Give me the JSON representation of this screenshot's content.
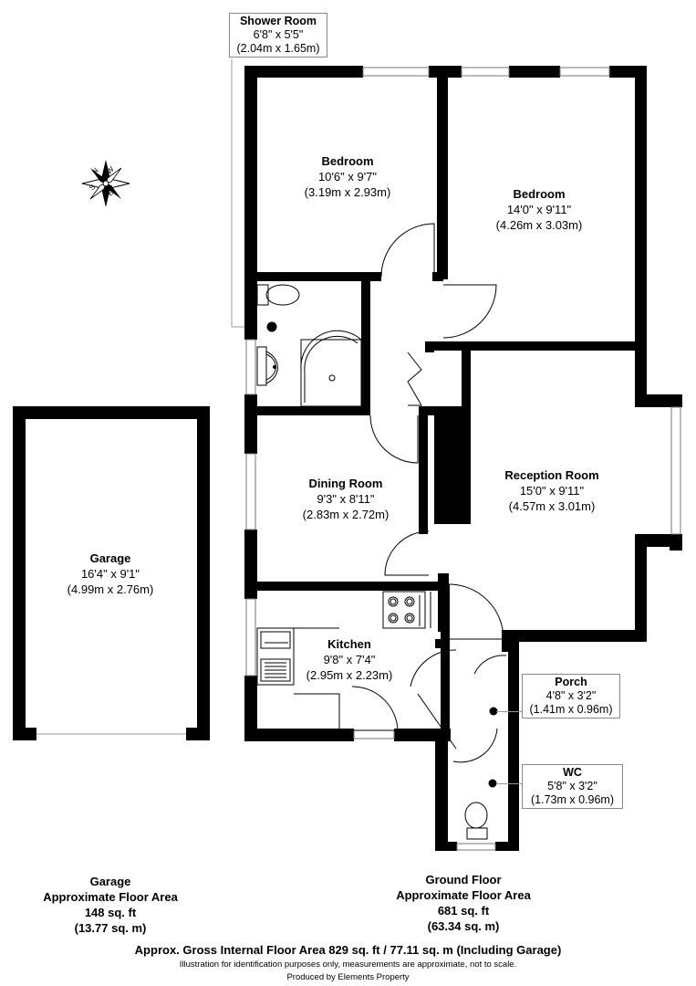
{
  "rooms": {
    "shower_room": {
      "name": "Shower Room",
      "imperial": "6'8\" x 5'5\"",
      "metric": "(2.04m x 1.65m)"
    },
    "bedroom_1": {
      "name": "Bedroom",
      "imperial": "10'6\" x 9'7\"",
      "metric": "(3.19m x 2.93m)"
    },
    "bedroom_2": {
      "name": "Bedroom",
      "imperial": "14'0\" x 9'11\"",
      "metric": "(4.26m x 3.03m)"
    },
    "dining_room": {
      "name": "Dining Room",
      "imperial": "9'3\" x 8'11\"",
      "metric": "(2.83m x 2.72m)"
    },
    "reception_room": {
      "name": "Reception Room",
      "imperial": "15'0\" x 9'11\"",
      "metric": "(4.57m x 3.01m)"
    },
    "garage": {
      "name": "Garage",
      "imperial": "16'4\" x 9'1\"",
      "metric": "(4.99m x 2.76m)"
    },
    "kitchen": {
      "name": "Kitchen",
      "imperial": "9'8\" x 7'4\"",
      "metric": "(2.95m x 2.23m)"
    },
    "porch": {
      "name": "Porch",
      "imperial": "4'8\" x 3'2\"",
      "metric": "(1.41m x 0.96m)"
    },
    "wc": {
      "name": "WC",
      "imperial": "5'8\" x 3'2\"",
      "metric": "(1.73m x 0.96m)"
    }
  },
  "compass": {
    "letters": [
      "N",
      "E",
      "S",
      "W"
    ],
    "icon": "compass-rose-icon"
  },
  "areas": {
    "garage": {
      "line1": "Garage",
      "line2": "Approximate Floor Area",
      "line3": "148 sq. ft",
      "line4": "(13.77 sq. m)"
    },
    "ground_floor": {
      "line1": "Ground Floor",
      "line2": "Approximate Floor Area",
      "line3": "681 sq. ft",
      "line4": "(63.34 sq. m)"
    }
  },
  "footer": {
    "gross": "Approx. Gross Internal Floor Area 829 sq. ft / 77.11 sq. m (Including Garage)",
    "disclaimer": "Illustration for identification purposes only, measurements are approximate, not to scale.",
    "producer": "Produced by Elements Property"
  }
}
